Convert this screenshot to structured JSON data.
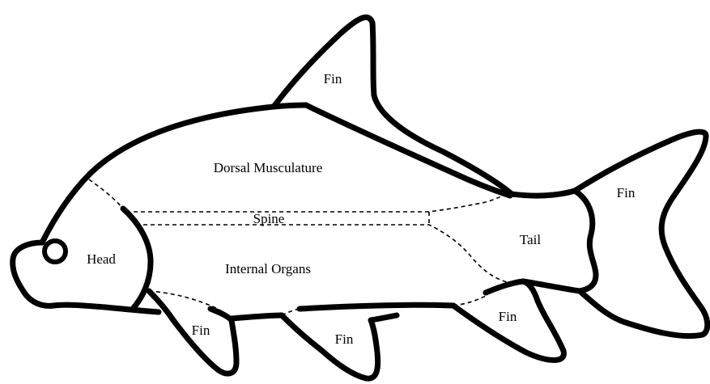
{
  "labels": {
    "dorsal_fin": "Fin",
    "caudal_fin": "Fin",
    "dorsal_musculature": "Dorsal Musculature",
    "spine": "Spine",
    "head": "Head",
    "internal_organs": "Internal Organs",
    "tail": "Tail",
    "pelvic_fin_1": "Fin",
    "pelvic_fin_2": "Fin",
    "anal_fin": "Fin"
  },
  "colors": {
    "stroke": "#000000",
    "background": "#ffffff"
  }
}
